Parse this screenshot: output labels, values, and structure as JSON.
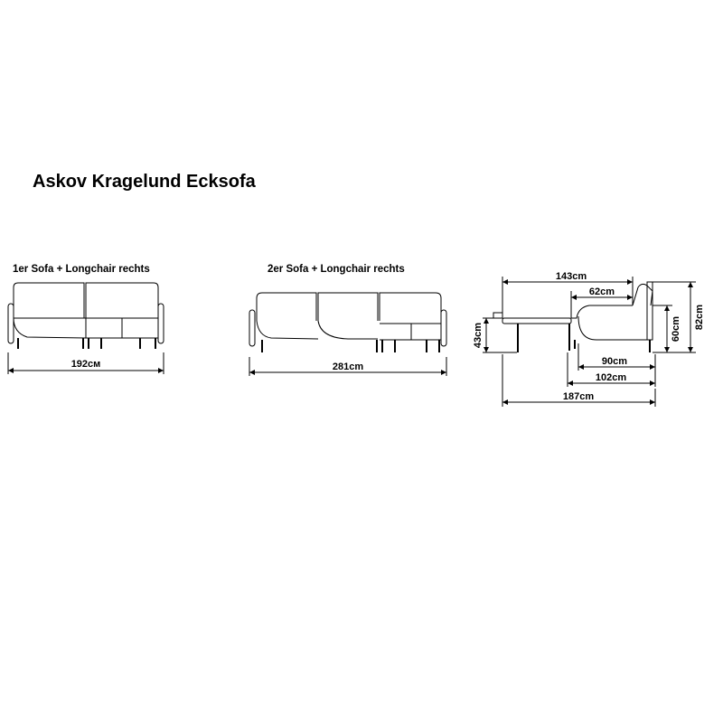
{
  "title": "Askov Kragelund Ecksofa",
  "variants": [
    {
      "label": "1er Sofa + Longchair rechts",
      "width": "192см"
    },
    {
      "label": "2er Sofa + Longchair rechts",
      "width": "281cm"
    }
  ],
  "side_view": {
    "dimensions": {
      "total_depth": "143cm",
      "longchair_depth": "62cm",
      "seat_height": "43cm",
      "armrest_height": "60cm",
      "back_height": "82cm",
      "seat_depth": "90cm",
      "depth_102": "102cm",
      "extended_length": "187cm"
    }
  },
  "colors": {
    "line": "#000000",
    "background": "#ffffff"
  }
}
